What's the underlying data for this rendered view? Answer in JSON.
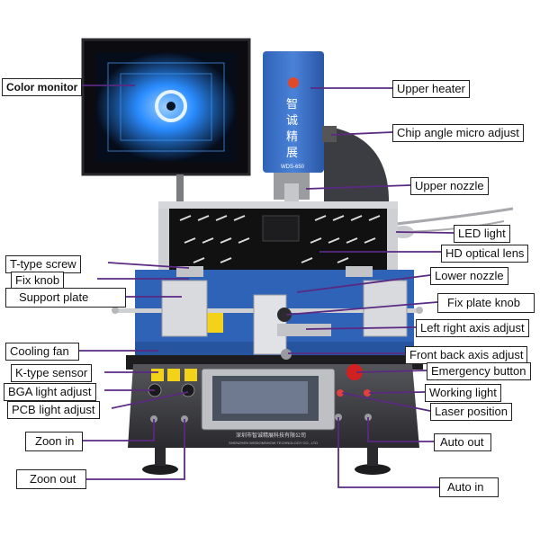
{
  "labels": {
    "color_monitor": "Color monitor",
    "upper_heater": "Upper heater",
    "chip_angle_micro_adjust": "Chip angle micro adjust",
    "upper_nozzle": "Upper nozzle",
    "led_light": "LED light",
    "hd_optical_lens": "HD optical lens",
    "t_type_screw": "T-type screw",
    "fix_knob": "Fix knob",
    "support_plate": "Support plate",
    "lower_nozzle": "Lower nozzle",
    "fix_plate_knob": "Fix plate knob",
    "left_right_axis_adjust": "Left right axis adjust",
    "cooling_fan": "Cooling fan",
    "front_back_axis_adjust": "Front back axis adjust",
    "k_type_sensor": "K-type sensor",
    "emergency_button": "Emergency button",
    "bga_light_adjust": "BGA light adjust",
    "working_light": "Working light",
    "pcb_light_adjust": "PCB light adjust",
    "laser_position": "Laser position",
    "zoon_in": "Zoon in",
    "auto_out": "Auto out",
    "zoon_out": "Zoon out",
    "auto_in": "Auto in"
  },
  "machine": {
    "heater_chars": [
      "智",
      "诚",
      "精",
      "展"
    ],
    "model": "WDS-650",
    "company_cn": "深圳市智诚精展科技有限公司",
    "company_en": "SHENZHEN WISDOMSHOW TECHNOLOGY CO., LTD"
  },
  "colors": {
    "line": "#5a2a82",
    "body_blue": "#2f63b8",
    "heater_blue": "#3a6fc2",
    "chassis": "#3b3b3f",
    "monitor_glow": "#2a8cff"
  },
  "icons": [
    "wrench-icon",
    "circle-button-icon"
  ]
}
